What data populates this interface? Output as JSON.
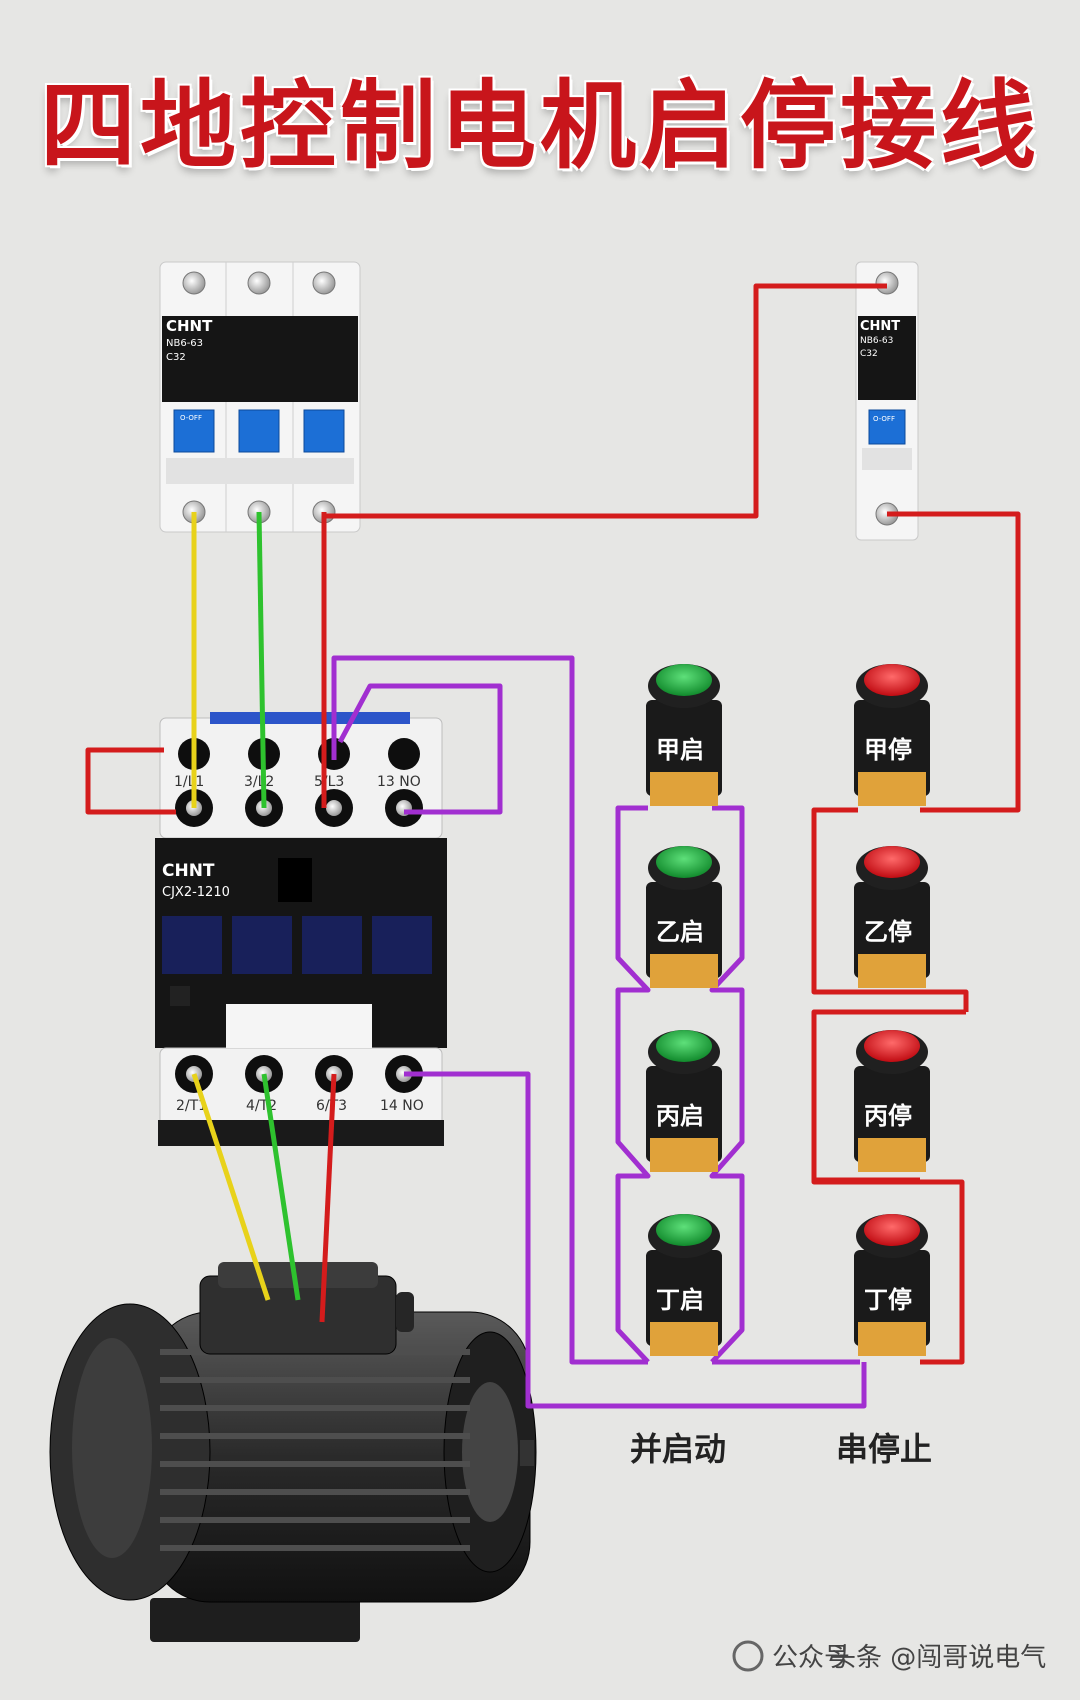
{
  "title": "四地控制电机启停接线",
  "breaker3p": {
    "brand": "CHNT",
    "model": "NB6-63",
    "rating": "C32",
    "switch": "O-OFF"
  },
  "breaker1p": {
    "brand": "CHNT",
    "model": "NB6-63",
    "rating": "C32",
    "switch": "O-OFF"
  },
  "contactor": {
    "brand": "CHNT",
    "model": "CJX2-1210",
    "top_terminals": [
      "1/L1",
      "3/L2",
      "5/L3",
      "13 NO"
    ],
    "bottom_terminals": [
      "2/T1",
      "4/T2",
      "6/T3",
      "14 NO"
    ]
  },
  "start_buttons": [
    "甲启",
    "乙启",
    "丙启",
    "丁启"
  ],
  "stop_buttons": [
    "甲停",
    "乙停",
    "丙停",
    "丁停"
  ],
  "captions": {
    "start": "并启动",
    "stop": "串停止"
  },
  "footer": {
    "left": "公众号",
    "right": "头条 @闯哥说电气"
  },
  "colors": {
    "title": "#c8151b",
    "phase_yellow": "#e8d21a",
    "phase_green": "#2ec22e",
    "phase_red": "#d41c1c",
    "control_purple": "#a12fd0",
    "start_green": "#1fa83a",
    "stop_red": "#e0141c"
  }
}
